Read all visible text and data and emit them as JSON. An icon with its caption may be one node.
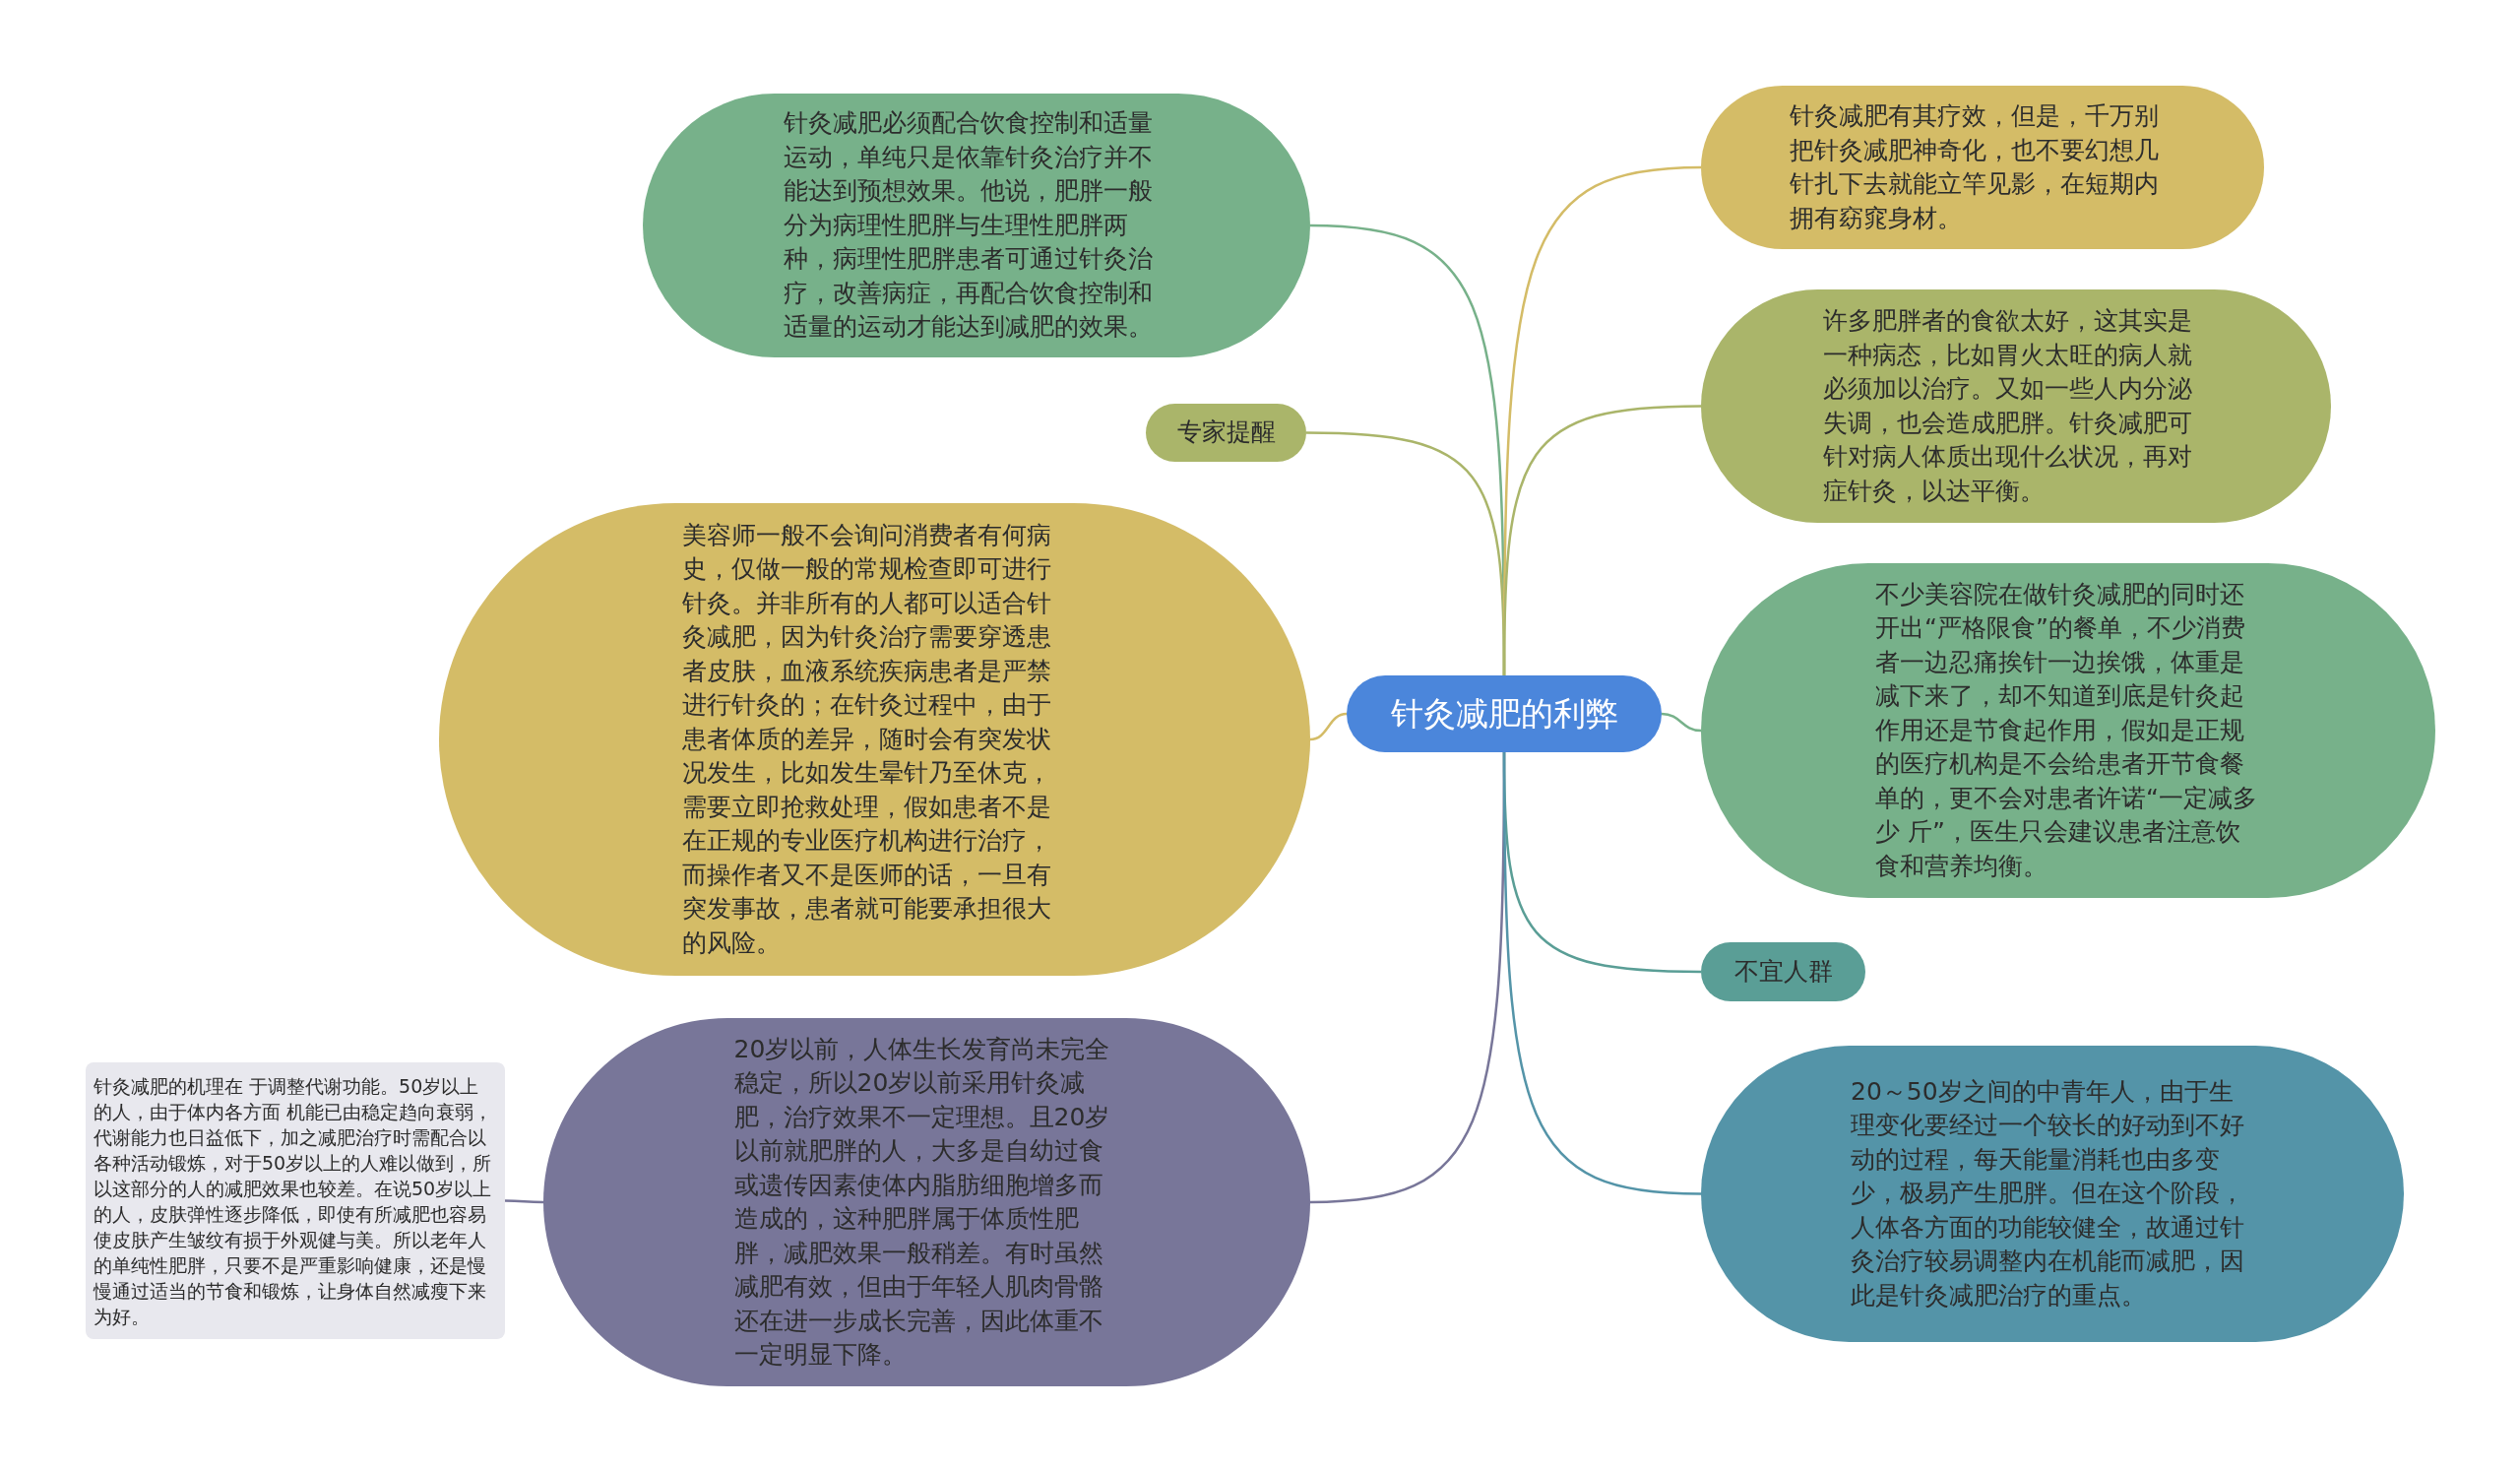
{
  "diagram": {
    "nodes": [
      {
        "text": [
          "针灸减肥的利弊"
        ]
      },
      {
        "text": [
          "针灸减肥必须配合饮食控制和适量运动，单纯只是依靠针灸治疗并不能达到预想效果。他说，肥胖一般分为病理性肥胖与生理性肥胖两种，病理性肥胖患者可通过针灸治疗，改善病症，再配合饮食控制和适量的运动才能达到减肥的效果。"
        ]
      },
      {
        "text": [
          "专家提醒"
        ]
      },
      {
        "text": [
          "美容师一般不会询问消费者有何病史，仅做一般的常规检查即可进行针灸。并非所有的人都可以适合针灸减肥，因为针灸治疗需要穿透患者皮肤，血液系统疾病患者是严禁进行针灸的；在针灸过程中，由于患者体质的差异，随时会有突发状况发生，比如发生晕针乃至休克，需要立即抢救处理，假如患者不是在正规的专业医疗机构进行治疗，而操作者又不是医师的话，一旦有突发事故，患者就可能要承担很大的风险。"
        ]
      },
      {
        "text": [
          "20岁以前，人体生长发育尚未完全稳定，所以20岁以前采用针灸减肥，治疗效果不一定理想。且20岁以前就肥胖的人，大多是自幼过食或遗传因素使体内脂肪细胞增多而造成的，这种肥胖属于体质性肥胖，减肥效果一般稍差。有时虽然减肥有效，但由于年轻人肌肉骨骼还在进一步成长完善，因此体重不一定明显下降。"
        ]
      },
      {
        "text": [
          "针灸减肥的机理在 于调整代谢功能。50岁以上的人，由于体内各方面 机能已由稳定趋向衰弱，代谢能力也日益低下，加之减肥治疗时需配合以各种活动锻炼，对于50岁以上的人难以做到，所以这部分的人的减肥效果也较差。在说50岁以上的人，皮肤弹性逐步降低，即使有所减肥也容易使皮肤产生皱纹有损于外观健与美。所以老年人的单纯性肥胖，只要不是严重影响健康，还是慢慢通过适当的节食和锻炼，让身体自然减瘦下来为好。"
        ]
      },
      {
        "text": [
          "针灸减肥有其疗效，但是，千万别把针灸减肥神奇化，也不要幻想几针扎下去就能立竿见影，在短期内拥有窈窕身材。"
        ]
      },
      {
        "text": [
          "许多肥胖者的食欲太好，这其实是一种病态，比如胃火太旺的病人就必须加以治疗。又如一些人内分泌失调，也会造成肥胖。针灸减肥可针对病人体质出现什么状况，再对症针灸，以达平衡。"
        ]
      },
      {
        "text": [
          "不少美容院在做针灸减肥的同时还开出“严格限食”的餐单，不少消费者一边忍痛挨针一边挨饿，体重是减下来了，却不知道到底是针灸起作用还是节食起作用，假如是正规的医疗机构是不会给患者开节食餐单的，更不会对患者许诺“一定减多少 斤”，医生只会建议患者注意饮食和营养均衡。"
        ]
      },
      {
        "text": [
          "不宜人群"
        ]
      },
      {
        "text": [
          "20～50岁之间的中青年人，由于生理变化要经过一个较长的好动到不好动的过程，每天能量消耗也由多变少，极易产生肥胖。但在这个阶段，人体各方面的功能较健全，故通过针灸治疗较易调整内在机能而减肥，因此是针灸减肥治疗的重点。"
        ]
      }
    ],
    "edges": [
      {
        "from": 0,
        "to": 1,
        "arrow": "none",
        "color": "#77b18a"
      },
      {
        "from": 0,
        "to": 2,
        "arrow": "none",
        "color": "#aab56a"
      },
      {
        "from": 0,
        "to": 3,
        "arrow": "none",
        "color": "#d4bc67"
      },
      {
        "from": 0,
        "to": 4,
        "arrow": "none",
        "color": "#787699"
      },
      {
        "from": 4,
        "to": 5,
        "arrow": "none",
        "color": "#787699"
      },
      {
        "from": 0,
        "to": 6,
        "arrow": "none",
        "color": "#d4bc67"
      },
      {
        "from": 0,
        "to": 7,
        "arrow": "none",
        "color": "#aab56a"
      },
      {
        "from": 0,
        "to": 8,
        "arrow": "none",
        "color": "#77b18a"
      },
      {
        "from": 0,
        "to": 9,
        "arrow": "none",
        "color": "#5a9e96"
      },
      {
        "from": 0,
        "to": 10,
        "arrow": "none",
        "color": "#5494a8"
      }
    ]
  }
}
